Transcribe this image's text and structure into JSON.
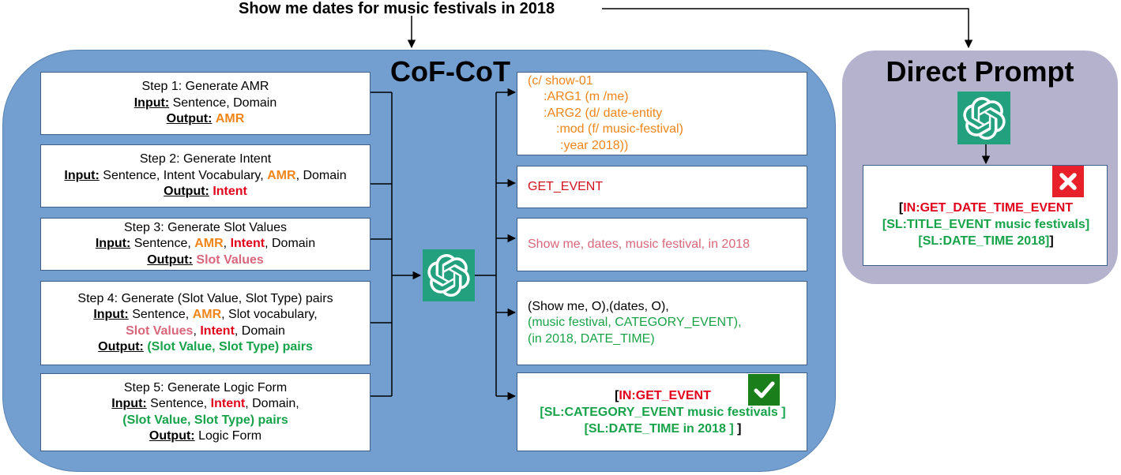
{
  "query": "Show me dates for music festivals in 2018",
  "cof_cot": {
    "title": "CoF-CoT",
    "steps": [
      {
        "title": "Step 1: Generate AMR",
        "input_label": "Input:",
        "input_parts": [
          {
            "text": "Sentence, Domain",
            "style": "plain"
          }
        ],
        "output_label": "Output:",
        "output": {
          "text": "AMR",
          "style": "orange"
        }
      },
      {
        "title": "Step 2: Generate Intent",
        "input_label": "Input:",
        "input_parts": [
          {
            "text": "Sentence, Intent Vocabulary, ",
            "style": "plain"
          },
          {
            "text": "AMR",
            "style": "orange"
          },
          {
            "text": ", Domain",
            "style": "plain"
          }
        ],
        "output_label": "Output:",
        "output": {
          "text": "Intent",
          "style": "red"
        }
      },
      {
        "title": "Step 3: Generate Slot Values",
        "input_label": "Input:",
        "input_parts": [
          {
            "text": "Sentence, ",
            "style": "plain"
          },
          {
            "text": "AMR",
            "style": "orange"
          },
          {
            "text": ", ",
            "style": "plain"
          },
          {
            "text": "Intent",
            "style": "red"
          },
          {
            "text": ", Domain",
            "style": "plain"
          }
        ],
        "output_label": "Output:",
        "output": {
          "text": "Slot Values",
          "style": "pink"
        }
      },
      {
        "title": "Step 4: Generate (Slot Value, Slot Type) pairs",
        "input_label": "Input:",
        "input_line1": [
          {
            "text": "Sentence, ",
            "style": "plain"
          },
          {
            "text": "AMR",
            "style": "orange"
          },
          {
            "text": ", Slot vocabulary,",
            "style": "plain"
          }
        ],
        "input_line2": [
          {
            "text": "Slot Values",
            "style": "pink"
          },
          {
            "text": ", ",
            "style": "plain"
          },
          {
            "text": "Intent",
            "style": "red"
          },
          {
            "text": ", Domain",
            "style": "plain"
          }
        ],
        "output_label": "Output:",
        "output": {
          "text": "(Slot Value, Slot Type) pairs",
          "style": "green"
        }
      },
      {
        "title": "Step 5: Generate Logic Form",
        "input_label": "Input:",
        "input_line1": [
          {
            "text": "Sentence, ",
            "style": "plain"
          },
          {
            "text": "Intent",
            "style": "red"
          },
          {
            "text": ", Domain,",
            "style": "plain"
          }
        ],
        "input_line2": [
          {
            "text": "(Slot Value, Slot Type) pairs",
            "style": "green"
          }
        ],
        "output_label": "Output:",
        "output": {
          "text": "Logic Form",
          "style": "plain"
        }
      }
    ],
    "model_icon": "openai-logo-icon",
    "outputs": {
      "amr": [
        "(c/ show-01",
        ":ARG1 (m /me)",
        ":ARG2 (d/ date-entity",
        ":mod (f/ music-festival)",
        ":year 2018))"
      ],
      "intent": "GET_EVENT",
      "slot_values": "Show me, dates, music festival, in 2018",
      "pairs": [
        "(Show me, O),(dates, O),",
        "(music festival, CATEGORY_EVENT),",
        "(in 2018, DATE_TIME)"
      ],
      "logic_form": {
        "open_bracket": "[",
        "intent": "IN:GET_EVENT",
        "slot1": "[SL:CATEGORY_EVENT music festivals ]",
        "slot2": "[SL:DATE_TIME in 2018 ]",
        "close_bracket": " ]"
      },
      "result_badge": "check-icon"
    }
  },
  "direct_prompt": {
    "title": "Direct Prompt",
    "model_icon": "openai-logo-icon",
    "logic_form": {
      "open_bracket": "[",
      "intent": "IN:GET_DATE_TIME_EVENT",
      "slot1": "[SL:TITLE_EVENT music festivals]",
      "slot2": "[SL:DATE_TIME 2018]",
      "close_bracket": "]"
    },
    "result_badge": "cross-icon"
  },
  "colors": {
    "cof_panel": "#729fcf",
    "direct_panel": "#b4b2cc",
    "gpt_green": "#23a07e",
    "amr_orange": "#f08519",
    "intent_red": "#e3001b",
    "slot_pink": "#d9667a",
    "pair_green": "#16a34a",
    "check_green": "#1a7f1a",
    "cross_red": "#e8202a"
  }
}
